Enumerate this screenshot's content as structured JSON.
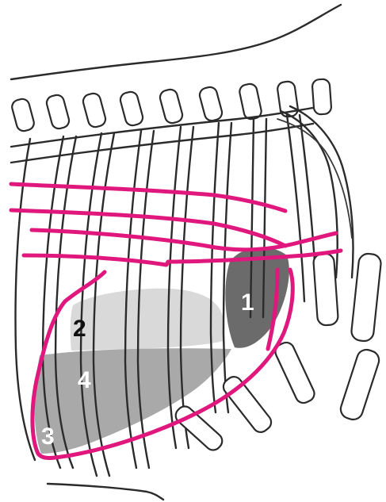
{
  "figure": {
    "region_labels": [
      {
        "id": "region-1",
        "text": "1",
        "color": "#ffffff"
      },
      {
        "id": "region-2",
        "text": "2",
        "color": "#111111"
      },
      {
        "id": "region-3",
        "text": "3",
        "color": "#ffffff"
      },
      {
        "id": "region-4",
        "text": "4",
        "color": "#ffffff"
      }
    ],
    "colors": {
      "boundary_lines": "#e0187e",
      "region_1_shade": "#6b6b6b",
      "region_2_shade": "#d9d9d9",
      "region_3_4_shade": "#a9a9a9",
      "bone_outline": "#2b2b2b"
    }
  }
}
